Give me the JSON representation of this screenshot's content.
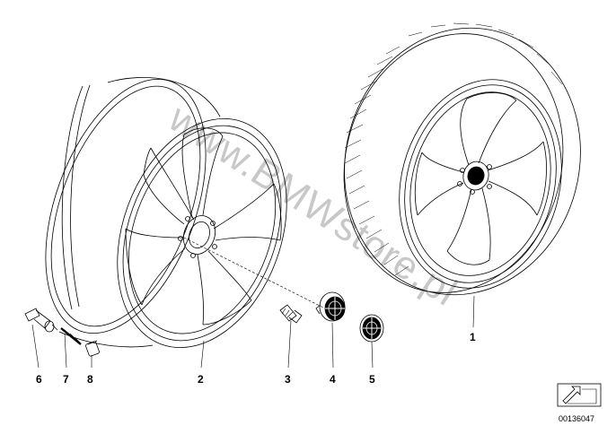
{
  "watermark": "www.BMWstore.pl",
  "callouts": {
    "alloy_rim": "2",
    "complete_wheel": "1",
    "wheel_bolt": "3",
    "hub_cap": "4",
    "emblem": "5",
    "valve": "6",
    "valve_insert": "7",
    "valve_cap": "8"
  },
  "document_number": "00136047",
  "colors": {
    "line": "#000000",
    "background": "#ffffff",
    "watermark": "#c8c8c8"
  }
}
